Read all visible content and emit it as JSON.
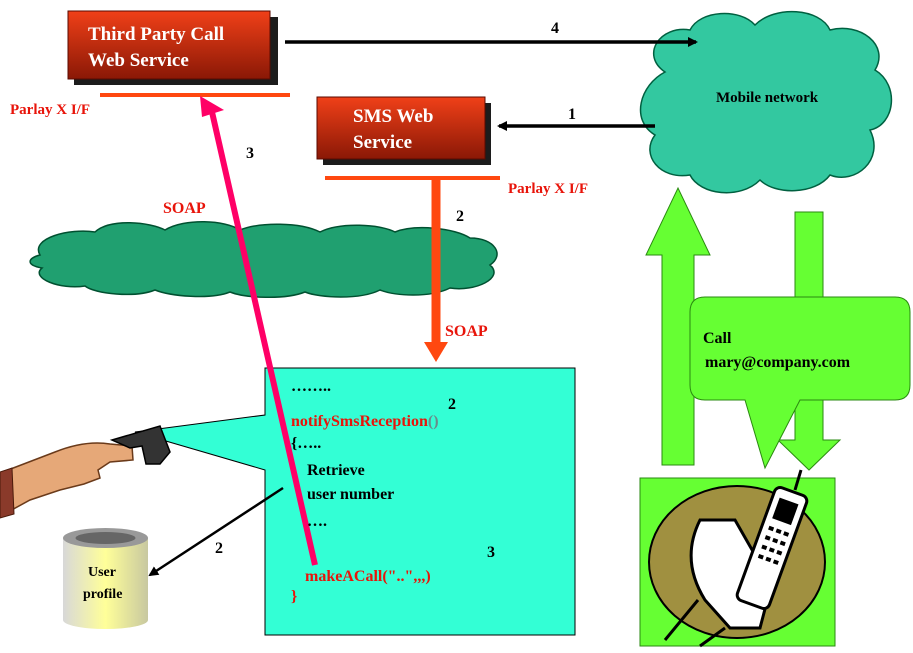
{
  "third_party": {
    "title_line1": "Third Party Call",
    "title_line2": "Web Service",
    "iface": "Parlay X I/F"
  },
  "sms": {
    "title_line1": "SMS Web",
    "title_line2": "Service",
    "iface": "Parlay X I/F"
  },
  "network": {
    "label": "Mobile network"
  },
  "soap_left": "SOAP",
  "soap_mid": "SOAP",
  "steps": {
    "s4": "4",
    "s1": "1",
    "s2_sms": "2",
    "s3_left": "3",
    "s2_code": "2",
    "s3_code": "3",
    "s2_db": "2"
  },
  "code": {
    "dots_top": "……..",
    "notify": "notifySmsReception",
    "parens": "()",
    "brace_open": "{…..",
    "retrieve": "Retrieve",
    "user_number": "user number",
    "dots_mid": "….",
    "make_call": "makeACall(\"..\",,,)",
    "brace_close": "}"
  },
  "callout": {
    "line1": "Call",
    "line2": "mary@company.com"
  },
  "database": {
    "line1": "User",
    "line2": "profile"
  },
  "colors": {
    "box_red": "#c8280a",
    "cloud_green": "#33c8a0",
    "cyan": "#33ffd5",
    "arrow_green": "#66ff33",
    "pink": "#ff0066",
    "orange": "#ff4810",
    "phone_bg": "#66ff33"
  }
}
